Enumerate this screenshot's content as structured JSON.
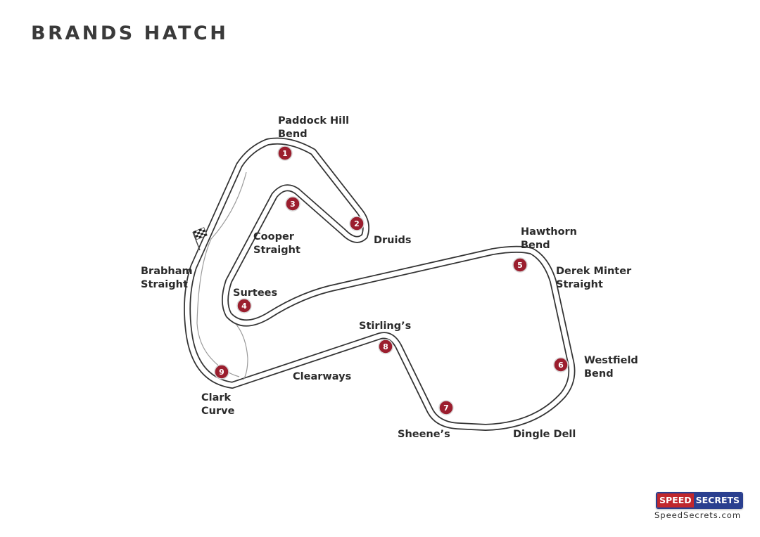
{
  "title": "BRANDS HATCH",
  "corners": [
    {
      "number": "1",
      "name": "Paddock Hill Bend"
    },
    {
      "number": "2",
      "name": "Druids"
    },
    {
      "number": "3",
      "name": ""
    },
    {
      "number": "4",
      "name": "Surtees"
    },
    {
      "number": "5",
      "name": "Hawthorn Bend"
    },
    {
      "number": "6",
      "name": "Westfield Bend"
    },
    {
      "number": "7",
      "name": "Sheene’s"
    },
    {
      "number": "8",
      "name": "Stirling’s"
    },
    {
      "number": "9",
      "name": "Clark Curve"
    }
  ],
  "straights": [
    "Cooper Straight",
    "Brabham Straight",
    "Derek Minter Straight",
    "Clearways",
    "Dingle Dell"
  ],
  "labels": {
    "paddock_hill_bend": [
      "Paddock Hill",
      "Bend"
    ],
    "druids": [
      "Druids"
    ],
    "cooper_straight": [
      "Cooper",
      "Straight"
    ],
    "hawthorn_bend": [
      "Hawthorn",
      "Bend"
    ],
    "derek_minter_straight": [
      "Derek Minter",
      "Straight"
    ],
    "brabham_straight": [
      "Brabham",
      "Straight"
    ],
    "surtees": [
      "Surtees"
    ],
    "stirlings": [
      "Stirling’s"
    ],
    "westfield_bend": [
      "Westfield",
      "Bend"
    ],
    "clark_curve": [
      "Clark",
      "Curve"
    ],
    "clearways": [
      "Clearways"
    ],
    "sheenes": [
      "Sheene’s"
    ],
    "dingle_dell": [
      "Dingle Dell"
    ]
  },
  "brand": {
    "logo_word_1": "SPEED",
    "logo_word_2": "SECRETS",
    "website": "SpeedSecrets.com"
  },
  "colors": {
    "marker": "#9b1e2e",
    "track_outline": "#333333",
    "logo_red": "#c0272d",
    "logo_blue": "#2a3f8f"
  },
  "icons": {
    "start_finish": "checkered-flag-icon"
  }
}
